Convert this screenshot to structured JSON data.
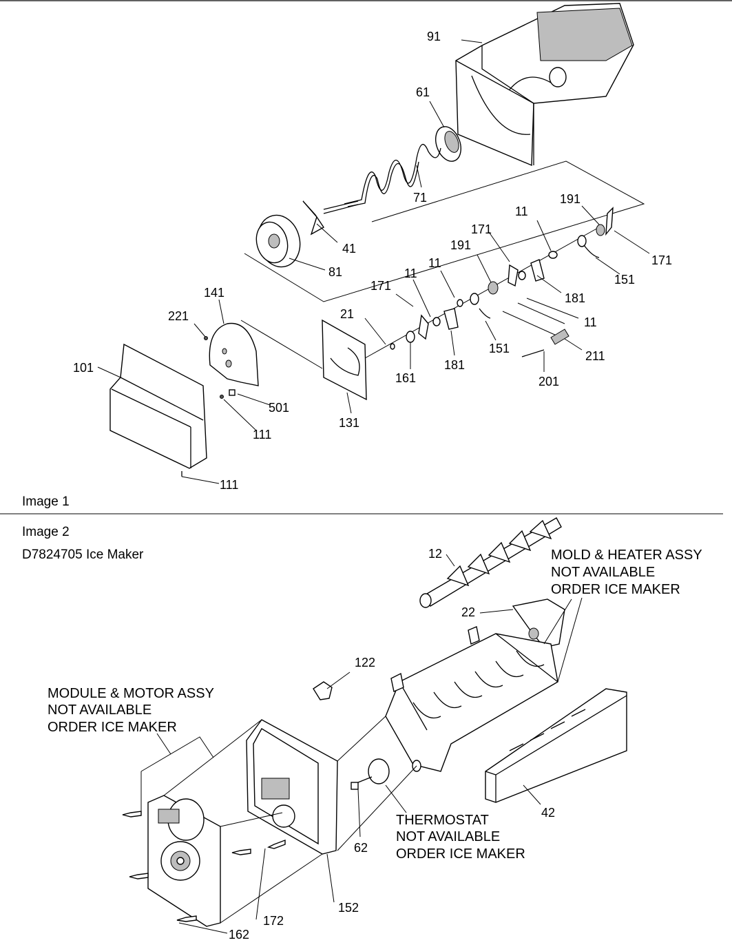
{
  "colors": {
    "ink": "#000000",
    "paper": "#ffffff",
    "shade": "#bdbdbd"
  },
  "image1": {
    "caption": "Image 1",
    "callouts": {
      "p91": "91",
      "p61": "61",
      "p71": "71",
      "p41": "41",
      "p81": "81",
      "p191a": "191",
      "p171a": "171",
      "p11a": "11",
      "p171b": "171",
      "p151a": "151",
      "p181a": "181",
      "p11b": "11",
      "p191b": "191",
      "p11c": "11",
      "p171c": "171",
      "p11d": "11",
      "p151b": "151",
      "p181b": "181",
      "p211": "211",
      "p201": "201",
      "p161": "161",
      "p21": "21",
      "p141": "141",
      "p221": "221",
      "p101": "101",
      "p501": "501",
      "p111a": "111",
      "p131": "131",
      "p111b": "111"
    }
  },
  "image2": {
    "caption": "Image 2",
    "subtitle": "D7824705 Ice Maker",
    "callouts": {
      "p12": "12",
      "p22": "22",
      "p122": "122",
      "p62": "62",
      "p42": "42",
      "p152": "152",
      "p172": "172",
      "p162": "162"
    },
    "notes": {
      "mold": [
        "MOLD & HEATER ASSY",
        "NOT AVAILABLE",
        "ORDER ICE MAKER"
      ],
      "module": [
        "MODULE & MOTOR ASSY",
        "NOT AVAILABLE",
        "ORDER ICE MAKER"
      ],
      "thermostat": [
        "THERMOSTAT",
        "NOT AVAILABLE",
        "ORDER ICE MAKER"
      ]
    }
  }
}
